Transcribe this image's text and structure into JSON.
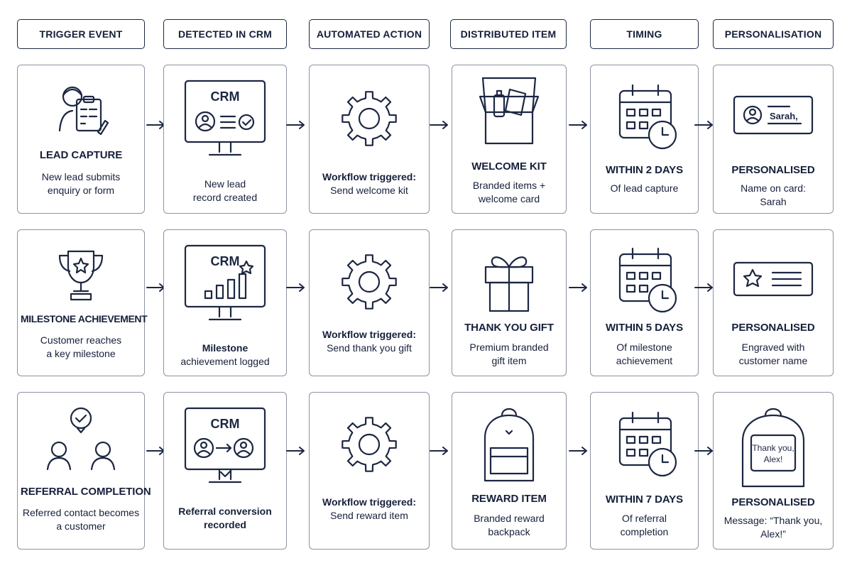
{
  "headers": [
    "TRIGGER EVENT",
    "DETECTED IN CRM",
    "AUTOMATED ACTION",
    "DISTRIBUTED ITEM",
    "TIMING",
    "PERSONALISATION"
  ],
  "rows": [
    {
      "trigger": {
        "title": "LEAD CAPTURE",
        "lines": [
          "New lead submits",
          "enquiry or form"
        ]
      },
      "crm": {
        "icon_text": "CRM",
        "lines": [
          "New lead",
          "record created"
        ]
      },
      "action": {
        "lines": [
          "Workflow triggered:",
          "Send welcome kit"
        ]
      },
      "item": {
        "title": "WELCOME KIT",
        "lines": [
          "Branded items +",
          "welcome card"
        ]
      },
      "timing": {
        "title": "WITHIN 2 DAYS",
        "lines": [
          "Of lead capture"
        ]
      },
      "personal": {
        "title": "PERSONALISED",
        "lines": [
          "Name on card:",
          "Sarah"
        ],
        "icon_text": "Sarah,"
      }
    },
    {
      "trigger": {
        "title": "MILESTONE ACHIEVEMENT",
        "lines": [
          "Customer reaches",
          "a key milestone"
        ]
      },
      "crm": {
        "icon_text": "CRM",
        "lines": [
          "Milestone",
          "achievement logged"
        ]
      },
      "action": {
        "lines": [
          "Workflow triggered:",
          "Send thank you gift"
        ]
      },
      "item": {
        "title": "THANK YOU GIFT",
        "lines": [
          "Premium branded",
          "gift item"
        ]
      },
      "timing": {
        "title": "WITHIN 5 DAYS",
        "lines": [
          "Of milestone",
          "achievement"
        ]
      },
      "personal": {
        "title": "PERSONALISED",
        "lines": [
          "Engraved with",
          "customer name"
        ]
      }
    },
    {
      "trigger": {
        "title": "REFERRAL COMPLETION",
        "lines": [
          "Referred contact becomes",
          "a customer"
        ]
      },
      "crm": {
        "icon_text": "CRM",
        "lines": [
          "Referral conversion",
          "recorded"
        ]
      },
      "action": {
        "lines": [
          "Workflow triggered:",
          "Send reward item"
        ]
      },
      "item": {
        "title": "REWARD ITEM",
        "lines": [
          "Branded reward",
          "backpack"
        ]
      },
      "timing": {
        "title": "WITHIN 7 DAYS",
        "lines": [
          "Of referral",
          "completion"
        ]
      },
      "personal": {
        "title": "PERSONALISED",
        "lines": [
          "Message: “Thank you,",
          "Alex!”"
        ],
        "icon_lines": [
          "Thank you,",
          "Alex!"
        ]
      }
    }
  ],
  "icons": {
    "row1": [
      "lead-form-person-icon",
      "crm-monitor-contact-icon",
      "gear-icon",
      "welcome-box-icon",
      "calendar-clock-icon",
      "name-card-icon"
    ],
    "row2": [
      "trophy-icon",
      "crm-monitor-growth-icon",
      "gear-icon",
      "gift-box-icon",
      "calendar-clock-icon",
      "star-card-icon"
    ],
    "row3": [
      "referral-people-icon",
      "crm-monitor-referral-icon",
      "gear-icon",
      "backpack-icon",
      "calendar-clock-icon",
      "message-backpack-icon"
    ]
  },
  "colors": {
    "ink": "#1c2742",
    "border": "#8d93a4",
    "background": "#ffffff"
  }
}
